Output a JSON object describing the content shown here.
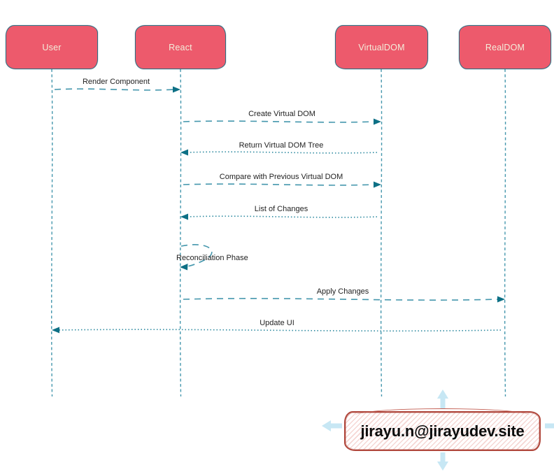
{
  "diagram": {
    "actors": [
      {
        "id": "user",
        "label": "User"
      },
      {
        "id": "react",
        "label": "React"
      },
      {
        "id": "virtualdom",
        "label": "VirtualDOM"
      },
      {
        "id": "realdom",
        "label": "RealDOM"
      }
    ],
    "messages": [
      {
        "label": "Render Component",
        "from": "User",
        "to": "React",
        "line": "dashed"
      },
      {
        "label": "Create Virtual DOM",
        "from": "React",
        "to": "VirtualDOM",
        "line": "dashed"
      },
      {
        "label": "Return Virtual DOM Tree",
        "from": "VirtualDOM",
        "to": "React",
        "line": "dotted"
      },
      {
        "label": "Compare with Previous Virtual DOM",
        "from": "React",
        "to": "VirtualDOM",
        "line": "dashed"
      },
      {
        "label": "List of Changes",
        "from": "VirtualDOM",
        "to": "React",
        "line": "dotted"
      },
      {
        "label": "Reconciliation Phase",
        "from": "React",
        "to": "React",
        "line": "self-loop"
      },
      {
        "label": "Apply Changes",
        "from": "React",
        "to": "RealDOM",
        "line": "dashed"
      },
      {
        "label": "Update UI",
        "from": "RealDOM",
        "to": "User",
        "line": "dotted"
      }
    ],
    "colors": {
      "actor_fill": "#ed5a6c",
      "actor_border": "#2f6c80",
      "actor_text": "#f3eedb",
      "line_teal": "#4597ad",
      "arrowhead_teal": "#0d7085",
      "message_text": "#1f1f1f"
    }
  },
  "watermark": {
    "text": "jirayu.n@jirayudev.site",
    "colors": {
      "border": "#b0473c",
      "hatch": "#e07b71",
      "text": "#0d0d0d",
      "arrows": "#c7e7f4"
    }
  }
}
